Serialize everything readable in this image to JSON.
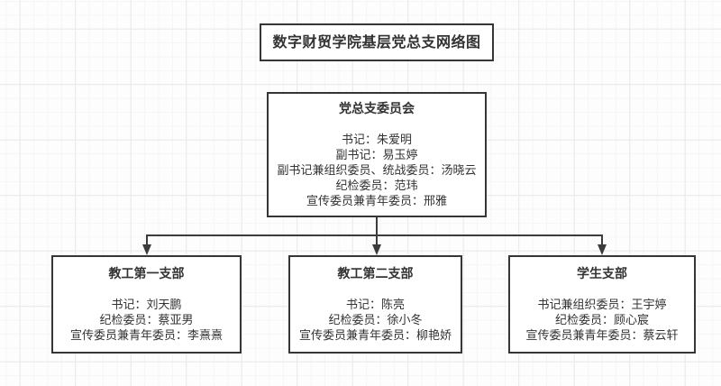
{
  "diagram": {
    "title_box": {
      "text": "数字财贸学院基层党总支网络图"
    },
    "committee": {
      "title": "党总支委员会",
      "members": [
        "书记：朱爱明",
        "副书记：易玉婷",
        "副书记兼组织委员、统战委员：汤晓云",
        "纪检委员：范玮",
        "宣传委员兼青年委员：邢雅"
      ]
    },
    "branches": [
      {
        "title": "教工第一支部",
        "members": [
          "书记：刘天鹏",
          "纪检委员：蔡亚男",
          "宣传委员兼青年委员：李熹熹"
        ]
      },
      {
        "title": "教工第二支部",
        "members": [
          "书记：陈亮",
          "纪检委员：徐小冬",
          "宣传委员兼青年委员：柳艳娇"
        ]
      },
      {
        "title": "学生支部",
        "members": [
          "书记兼组织委员：王宇婷",
          "纪检委员：顾心宸",
          "宣传委员兼青年委员：蔡云轩"
        ]
      }
    ],
    "edges": [
      {
        "from": "党总支委员会",
        "to": "教工第一支部"
      },
      {
        "from": "党总支委员会",
        "to": "教工第二支部"
      },
      {
        "from": "党总支委员会",
        "to": "学生支部"
      }
    ],
    "colors": {
      "node_border": "#363636",
      "node_text": "#333333",
      "connector": "#3c3c3c",
      "canvas_background": "#fdfdfd",
      "grid_minor": "#f5f5f5",
      "grid_major": "#e9e9e9"
    }
  }
}
